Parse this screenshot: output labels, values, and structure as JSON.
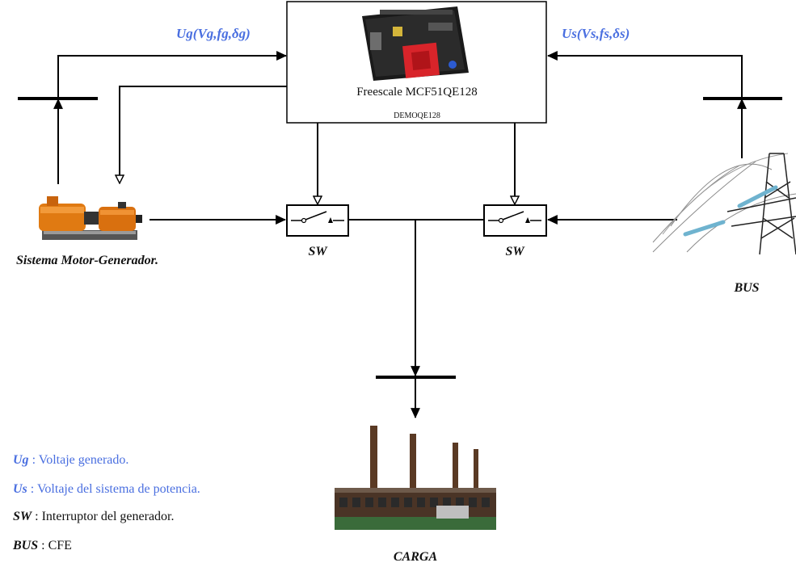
{
  "controller": {
    "name": "Freescale MCF51QE128",
    "board": "DEMOQE128"
  },
  "signals": {
    "ug": "Ug(Vg,fg,δg)",
    "us": "Us(Vs,fs,δs)"
  },
  "switches": {
    "left": "SW",
    "right": "SW"
  },
  "nodes": {
    "generator": "Sistema Motor-Generador.",
    "bus": "BUS",
    "load": "CARGA"
  },
  "legend": [
    {
      "key": "Ug",
      "text": " : Voltaje generado.",
      "color": "#4a6fe0"
    },
    {
      "key": "Us",
      "text": " : Voltaje del sistema de potencia.",
      "color": "#4a6fe0"
    },
    {
      "key": "SW",
      "text": " : Interruptor del generador.",
      "color": "#111111"
    },
    {
      "key": "BUS",
      "text": " : CFE",
      "color": "#111111"
    }
  ],
  "colors": {
    "accent_blue": "#4a6fe0",
    "line": "#000000"
  }
}
